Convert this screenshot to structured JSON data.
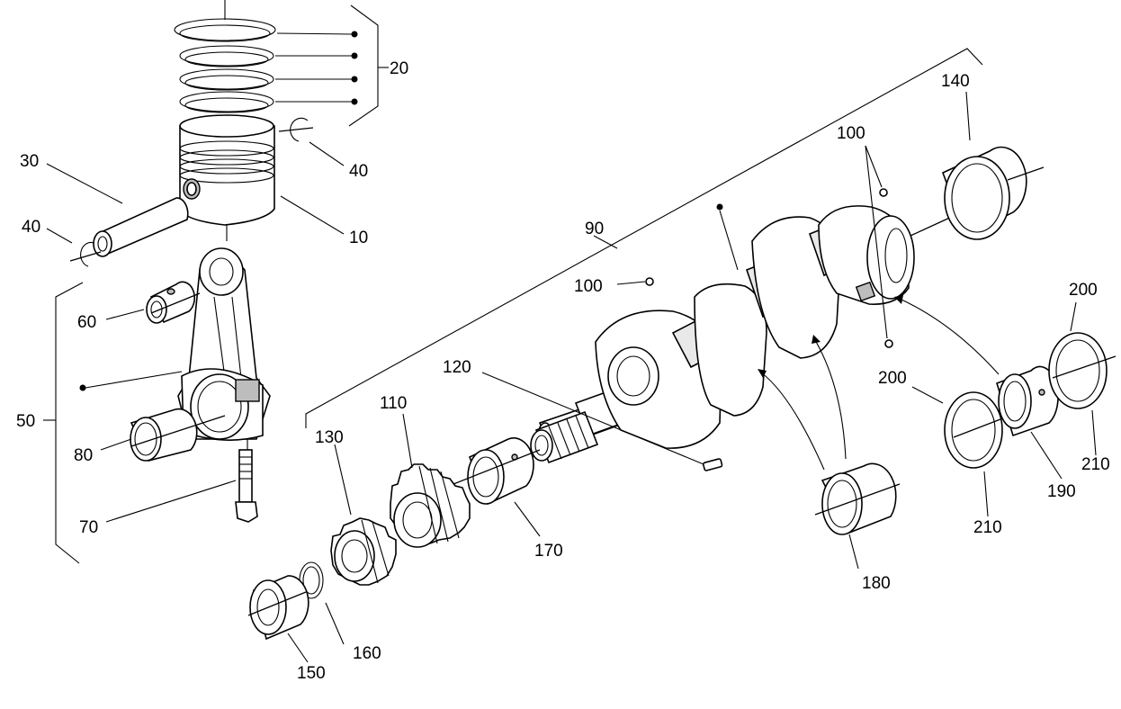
{
  "diagram": {
    "callouts": {
      "c10": "10",
      "c20": "20",
      "c30": "30",
      "c40a": "40",
      "c40b": "40",
      "c50": "50",
      "c60": "60",
      "c70": "70",
      "c80": "80",
      "c90": "90",
      "c100a": "100",
      "c100b": "100",
      "c110": "110",
      "c120": "120",
      "c130": "130",
      "c140": "140",
      "c150": "150",
      "c160": "160",
      "c170": "170",
      "c180": "180",
      "c190": "190",
      "c200a": "200",
      "c200b": "200",
      "c210a": "210",
      "c210b": "210"
    }
  }
}
